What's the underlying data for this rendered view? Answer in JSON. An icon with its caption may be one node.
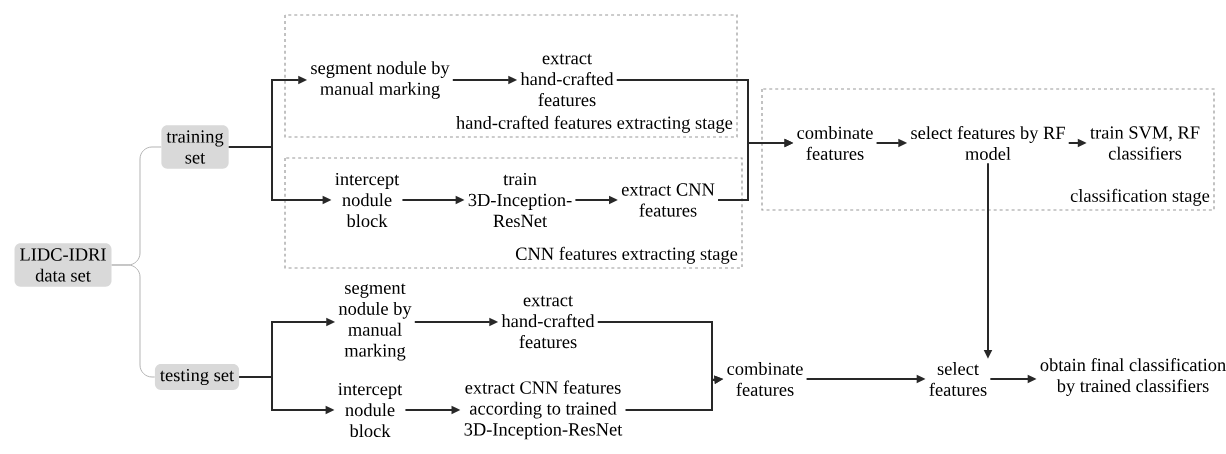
{
  "diagram": {
    "nodes": [
      {
        "text": [
          "LIDC-IDRI data set"
        ]
      },
      {
        "text": [
          "training set"
        ]
      },
      {
        "text": [
          "testing set"
        ]
      },
      {
        "text": [
          "hand-crafted features extracting stage"
        ]
      },
      {
        "text": [
          "segment nodule by manual marking"
        ],
        "in": 3
      },
      {
        "text": [
          "extract hand-crafted features"
        ],
        "in": 3
      },
      {
        "text": [
          "CNN features extracting stage"
        ]
      },
      {
        "text": [
          "intercept nodule block"
        ],
        "in": 6
      },
      {
        "text": [
          "train 3D-Inception-ResNet"
        ],
        "in": 6
      },
      {
        "text": [
          "extract CNN features"
        ],
        "in": 6
      },
      {
        "text": [
          "classification stage"
        ]
      },
      {
        "text": [
          "combinate features"
        ],
        "in": 10
      },
      {
        "text": [
          "select features by RF model"
        ],
        "in": 10
      },
      {
        "text": [
          "train SVM, RF classifiers"
        ],
        "in": 10
      },
      {
        "text": [
          "segment nodule by manual marking"
        ]
      },
      {
        "text": [
          "intercept nodule block"
        ]
      },
      {
        "text": [
          "extract hand-crafted features"
        ]
      },
      {
        "text": [
          "extract CNN features according to trained 3D-Inception-ResNet"
        ]
      },
      {
        "text": [
          "combinate features"
        ]
      },
      {
        "text": [
          "select features"
        ]
      },
      {
        "text": [
          "obtain final classification by trained classifiers"
        ]
      }
    ],
    "edges": [
      {
        "from": 0,
        "to": 1,
        "arrow": "none",
        "color": "#b4b4b4"
      },
      {
        "from": 0,
        "to": 2,
        "arrow": "none",
        "color": "#b4b4b4"
      },
      {
        "from": 1,
        "to": 4,
        "arrow": "to"
      },
      {
        "from": 1,
        "to": 7,
        "arrow": "to"
      },
      {
        "from": 4,
        "to": 5,
        "arrow": "to"
      },
      {
        "from": 7,
        "to": 8,
        "arrow": "to"
      },
      {
        "from": 8,
        "to": 9,
        "arrow": "to"
      },
      {
        "from": 5,
        "to": 11,
        "arrow": "to"
      },
      {
        "from": 9,
        "to": 11,
        "arrow": "to"
      },
      {
        "from": 11,
        "to": 12,
        "arrow": "to"
      },
      {
        "from": 12,
        "to": 13,
        "arrow": "to"
      },
      {
        "from": 12,
        "to": 19,
        "arrow": "to"
      },
      {
        "from": 2,
        "to": 14,
        "arrow": "to"
      },
      {
        "from": 2,
        "to": 15,
        "arrow": "to"
      },
      {
        "from": 14,
        "to": 16,
        "arrow": "to"
      },
      {
        "from": 15,
        "to": 17,
        "arrow": "to"
      },
      {
        "from": 16,
        "to": 18,
        "arrow": "to"
      },
      {
        "from": 17,
        "to": 18,
        "arrow": "to"
      },
      {
        "from": 18,
        "to": 19,
        "arrow": "to"
      },
      {
        "from": 19,
        "to": 20,
        "arrow": "to"
      }
    ]
  }
}
